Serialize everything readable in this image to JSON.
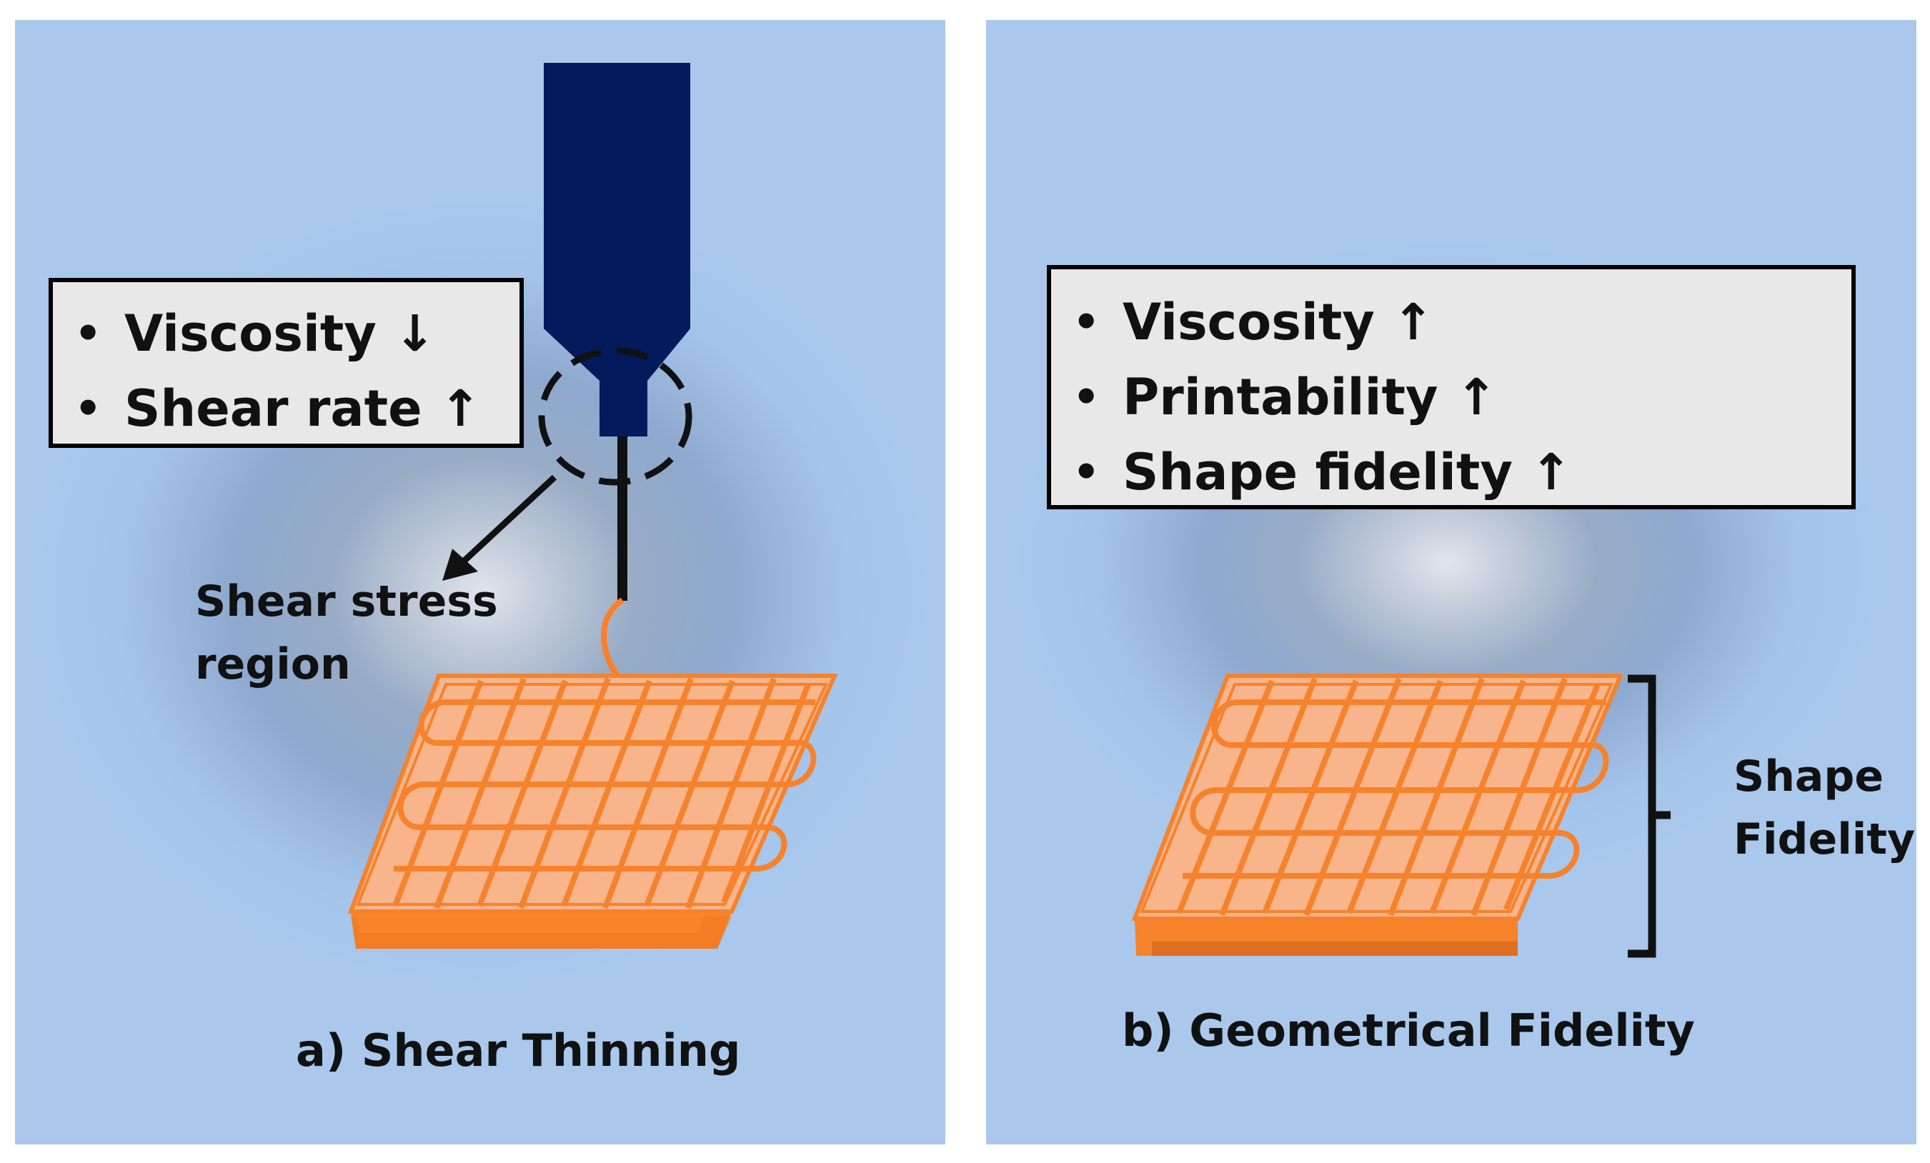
{
  "panel_a": {
    "box_items": [
      "Viscosity ↓",
      "Shear rate ↑"
    ],
    "annotation_line1": "Shear stress",
    "annotation_line2": "region",
    "caption": "a) Shear Thinning"
  },
  "panel_b": {
    "box_items": [
      "Viscosity ↑",
      "Printability ↑",
      "Shape fidelity ↑"
    ],
    "bracket_label_line1": "Shape",
    "bracket_label_line2": "Fidelity",
    "caption": "b) Geometrical Fidelity"
  },
  "colors": {
    "nozzle": "#031a5c",
    "filament": "#ff7f27",
    "scaffold_fill": "#f8b48a",
    "scaffold_edge": "#f6822c",
    "background": "#a9c8ec",
    "box_fill": "#e8e8e8"
  },
  "bullet_glyph": "•"
}
